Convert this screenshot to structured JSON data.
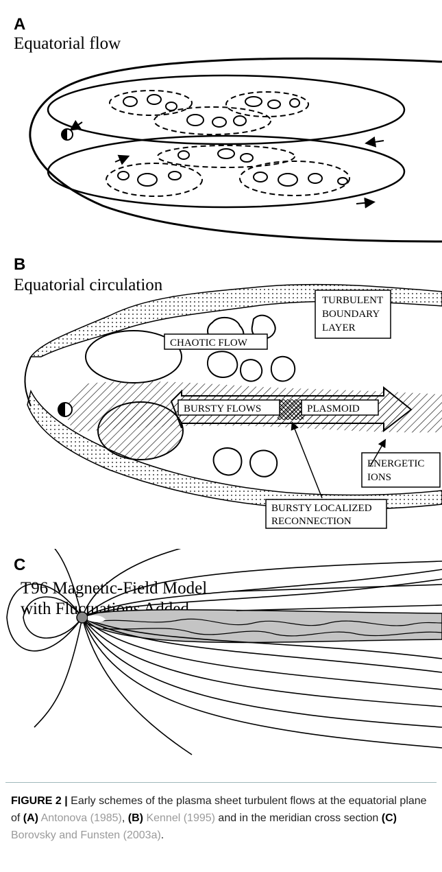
{
  "panels": {
    "a": {
      "letter": "A",
      "title": "Equatorial flow"
    },
    "b": {
      "letter": "B",
      "title": "Equatorial circulation",
      "labels": {
        "turbulent": [
          "TURBULENT",
          "BOUNDARY",
          "LAYER"
        ],
        "chaotic": "CHAOTIC FLOW",
        "bursty_flows": "BURSTY FLOWS",
        "plasmoid": "PLASMOID",
        "energetic": [
          "ENERGETIC",
          "IONS"
        ],
        "reconnection": [
          "BURSTY LOCALIZED",
          "RECONNECTION"
        ]
      }
    },
    "c": {
      "letter": "C",
      "title_line1": "T96 Magnetic-Field Model",
      "title_line2": "with  Fluctuations  Added"
    }
  },
  "caption": {
    "label": "FIGURE 2 |",
    "text1": " Early schemes of the plasma sheet turbulent flows at the equatorial plane of ",
    "ref_a_tag": "(A)",
    "ref_a": " Antonova (1985)",
    "sep1": ", ",
    "ref_b_tag": "(B)",
    "ref_b": " Kennel (1995)",
    "text2": " and in the meridian cross section ",
    "ref_c_tag": "(C)",
    "ref_c": " Borovsky and Funsten (2003a)",
    "end": "."
  }
}
